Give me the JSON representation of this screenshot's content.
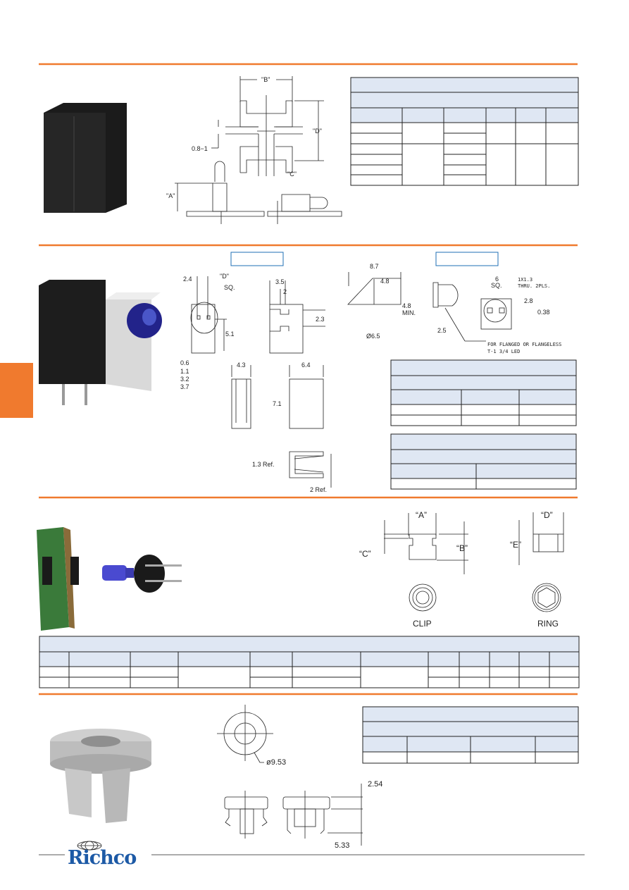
{
  "colors": {
    "accent": "#f07a2e",
    "table_header": "#dfe7f3",
    "box_blue": "#1f6fb5",
    "logo_blue": "#1d5aa6"
  },
  "section1": {
    "labels": {
      "b": "\"B\"",
      "d": "\"D\"",
      "c": "\"C\"",
      "a": "\"A\"",
      "gap": "0.8−1"
    }
  },
  "section2": {
    "labels": {
      "w24": "2.4",
      "d": "\"D\"",
      "sq": "SQ.",
      "h51": "5.1",
      "l06": "0.6",
      "l11": "1.1",
      "l32": "3.2",
      "l37": "3.7",
      "w35": "3.5",
      "w2": "2",
      "h23": "2.3",
      "w43": "4.3",
      "w64": "6.4",
      "h71": "7.1",
      "ref13": "1.3 Ref.",
      "ref2": "2 Ref.",
      "w87": "8.7",
      "w48": "4.8",
      "h48": "4.8",
      "min": "MIN.",
      "dia65": "Ø6.5",
      "sq6": "6",
      "hole1": "1X1.3",
      "hole2": "THRU. 2PLS.",
      "h28": "2.8",
      "h038": "0.38",
      "w25": "2.5",
      "note1": "FOR FLANGED OR FLANGELESS",
      "note2": "T-1 3/4 LED"
    }
  },
  "section3": {
    "labels": {
      "a": "“A”",
      "b": "“B”",
      "c": "“C”",
      "d": "“D”",
      "e": "“E”",
      "clip": "CLIP",
      "ring": "RING"
    }
  },
  "section4": {
    "labels": {
      "dia": "ø9.53",
      "h254": "2.54",
      "h533": "5.33"
    }
  },
  "footer": {
    "logo": "Richco"
  }
}
